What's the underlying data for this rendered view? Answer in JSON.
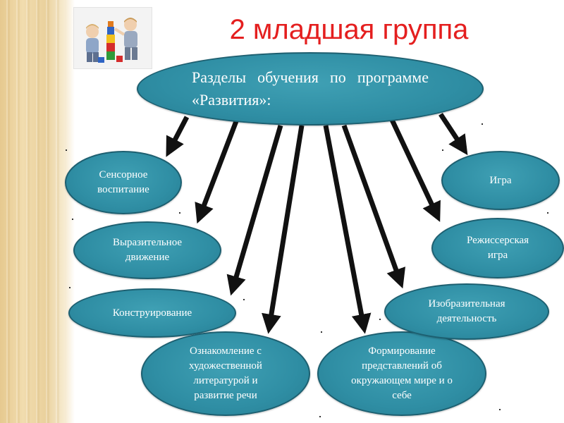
{
  "title": "2 младшая группа",
  "center": {
    "text": "Разделы обучения по программе «Развития»:"
  },
  "nodes": {
    "sensory": "Сенсорное воспитание",
    "expressive": "Выразительное движение",
    "construct": "Конструирование",
    "literature": "Ознакомление с художественной литературой и развитие речи",
    "world": "Формирование представлений об окружающем мире и о себе",
    "visual": "Изобразительная деятельность",
    "director": "Режиссерская игра",
    "game": "Игра"
  },
  "colors": {
    "title": "#e41f1f",
    "oval_fill": "#2f8ea4",
    "oval_border": "#1d5f70",
    "arrow": "#111111"
  }
}
